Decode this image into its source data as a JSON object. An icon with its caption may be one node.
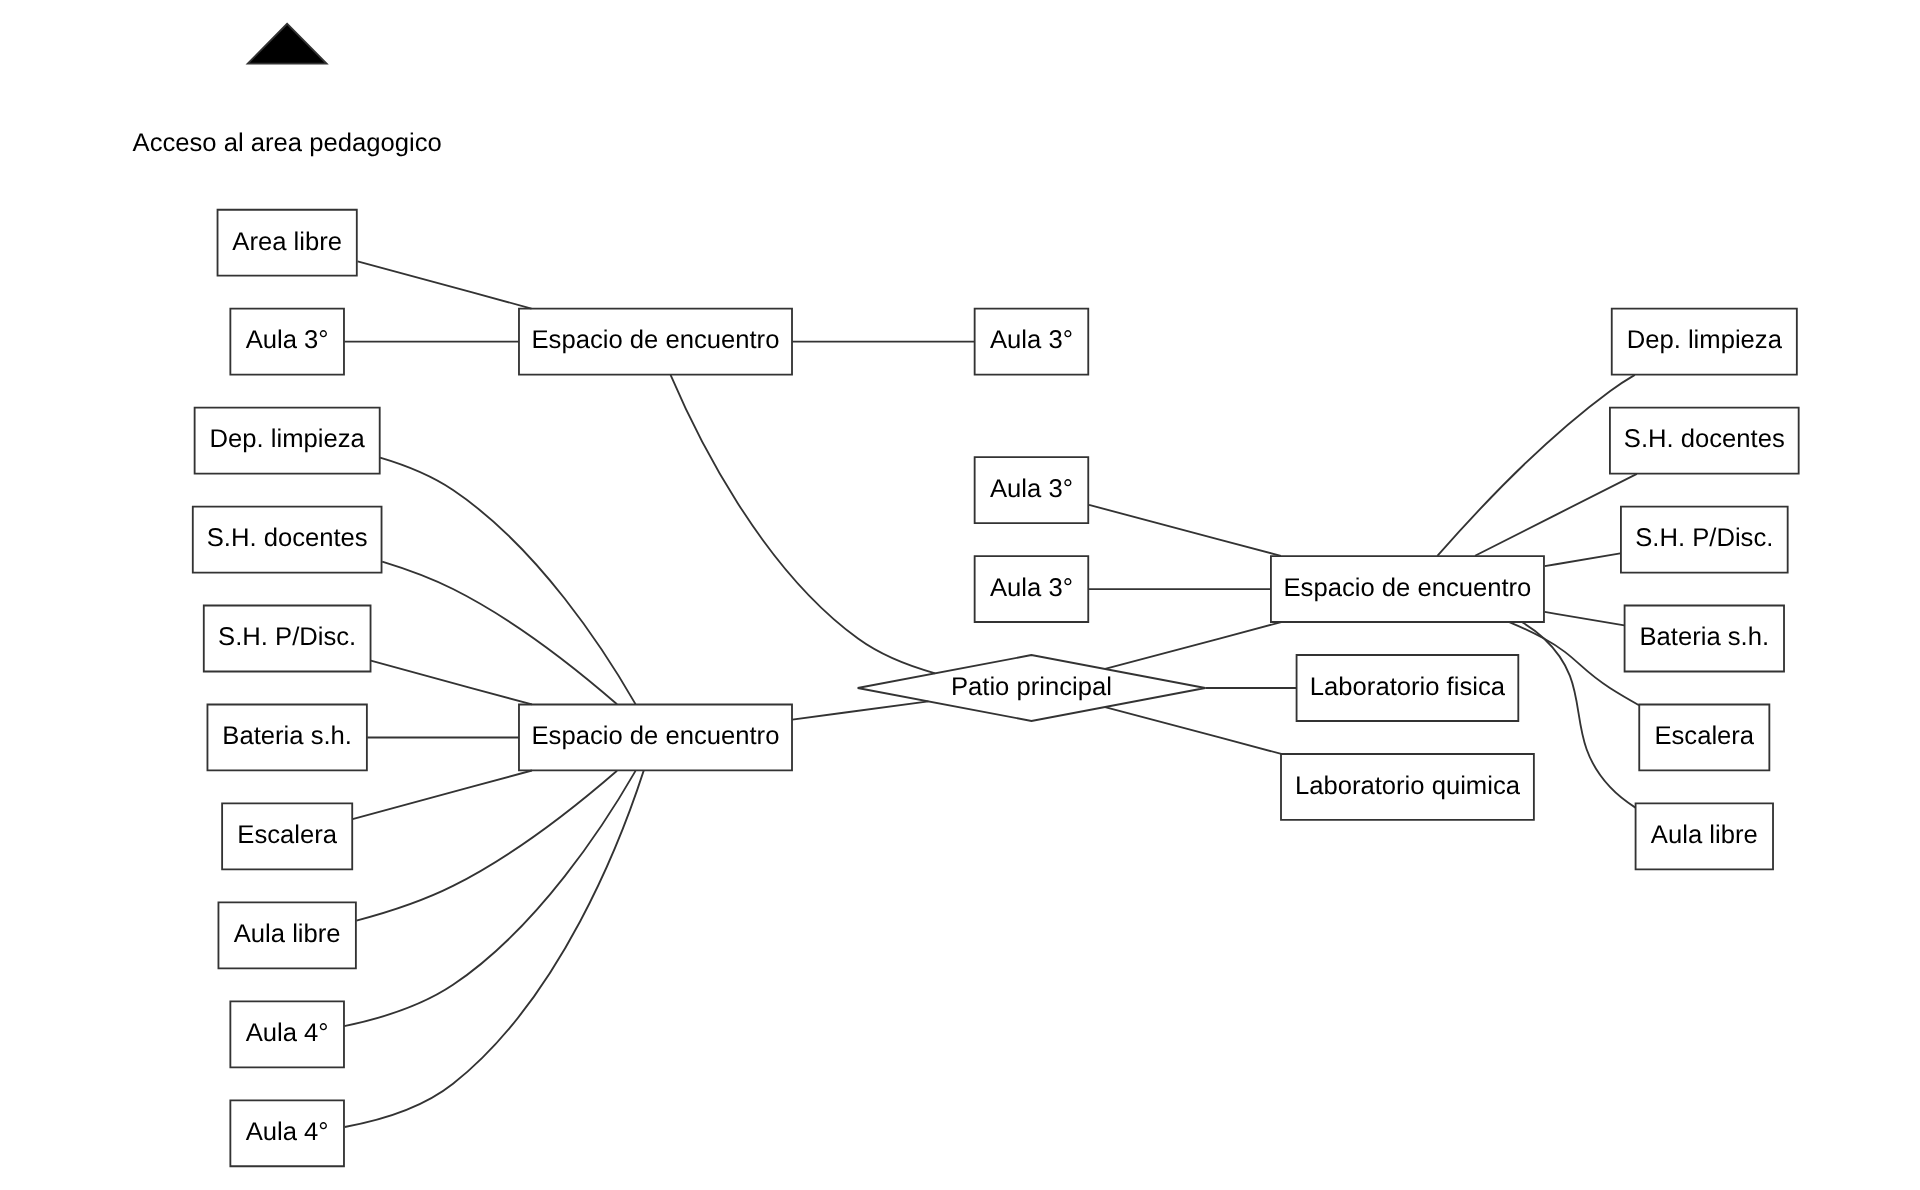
{
  "diagram": {
    "nodes": [
      {
        "text": [
          "Area libre"
        ]
      },
      {
        "text": [
          "Aula 3°"
        ]
      },
      {
        "text": [
          "Espacio de encuentro"
        ]
      },
      {
        "text": [
          "Aula 3°"
        ]
      },
      {
        "text": [
          "Dep. limpieza"
        ]
      },
      {
        "text": [
          "S.H. docentes"
        ]
      },
      {
        "text": [
          "S.H. P/Disc."
        ]
      },
      {
        "text": [
          "Bateria s.h."
        ]
      },
      {
        "text": [
          "Escalera"
        ]
      },
      {
        "text": [
          "Aula libre"
        ]
      },
      {
        "text": [
          "Aula 4°"
        ]
      },
      {
        "text": [
          "Espacio de encuentro"
        ]
      },
      {
        "text": [
          "Aula 4°"
        ]
      },
      {
        "text": [
          "Patio principal"
        ]
      },
      {
        "text": [
          "Dep. limpieza"
        ]
      },
      {
        "text": [
          "S.H. docentes"
        ]
      },
      {
        "text": [
          "S.H. P/Disc."
        ]
      },
      {
        "text": [
          "Bateria s.h."
        ]
      },
      {
        "text": [
          "Escalera"
        ]
      },
      {
        "text": [
          "Aula libre"
        ]
      },
      {
        "text": [
          "Aula 3°"
        ]
      },
      {
        "text": [
          "Espacio de encuentro"
        ]
      },
      {
        "text": [
          "Aula 3°"
        ]
      },
      {
        "text": [
          "Laboratorio fisica"
        ]
      },
      {
        "text": [
          "Laboratorio quimica"
        ]
      },
      {
        "text": [],
        "shape": "triangle",
        "beside": [
          "Acceso al area pedagogico"
        ]
      }
    ],
    "edges": [
      {
        "from": 0,
        "to": 2,
        "arrow": "none"
      },
      {
        "from": 1,
        "to": 2,
        "arrow": "none"
      },
      {
        "from": 2,
        "to": 3,
        "arrow": "none"
      },
      {
        "from": 2,
        "to": 13,
        "arrow": "none"
      },
      {
        "from": 4,
        "to": 11,
        "arrow": "none"
      },
      {
        "from": 5,
        "to": 11,
        "arrow": "none"
      },
      {
        "from": 6,
        "to": 11,
        "arrow": "none"
      },
      {
        "from": 7,
        "to": 11,
        "arrow": "none"
      },
      {
        "from": 8,
        "to": 11,
        "arrow": "none"
      },
      {
        "from": 9,
        "to": 11,
        "arrow": "none"
      },
      {
        "from": 10,
        "to": 11,
        "arrow": "none"
      },
      {
        "from": 12,
        "to": 11,
        "arrow": "none"
      },
      {
        "from": 11,
        "to": 13,
        "arrow": "none"
      },
      {
        "from": 13,
        "to": 21,
        "arrow": "none"
      },
      {
        "from": 20,
        "to": 21,
        "arrow": "none"
      },
      {
        "from": 22,
        "to": 21,
        "arrow": "none"
      },
      {
        "from": 21,
        "to": 14,
        "arrow": "none"
      },
      {
        "from": 21,
        "to": 15,
        "arrow": "none"
      },
      {
        "from": 21,
        "to": 16,
        "arrow": "none"
      },
      {
        "from": 21,
        "to": 17,
        "arrow": "none"
      },
      {
        "from": 21,
        "to": 18,
        "arrow": "none"
      },
      {
        "from": 21,
        "to": 19,
        "arrow": "none"
      },
      {
        "from": 13,
        "to": 23,
        "arrow": "none"
      },
      {
        "from": 13,
        "to": 24,
        "arrow": "none"
      }
    ]
  }
}
